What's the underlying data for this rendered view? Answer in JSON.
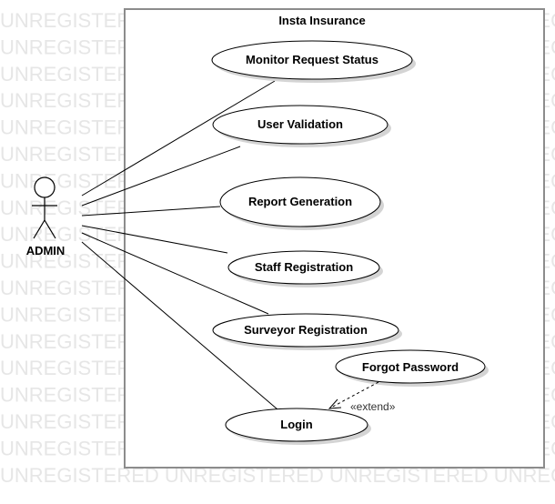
{
  "watermark": {
    "row_text": "UNREGISTERED UNREGISTERED UNREGISTERED UNREGISTERED"
  },
  "diagram": {
    "system_title": "Insta Insurance",
    "actor": {
      "name": "ADMIN"
    },
    "use_cases": [
      {
        "id": "monitor",
        "label": "Monitor Request Status"
      },
      {
        "id": "validation",
        "label": "User Validation"
      },
      {
        "id": "report",
        "label": "Report Generation"
      },
      {
        "id": "staff",
        "label": "Staff Registration"
      },
      {
        "id": "surveyor",
        "label": "Surveyor Registration"
      },
      {
        "id": "forgot",
        "label": "Forgot Password"
      },
      {
        "id": "login",
        "label": "Login"
      }
    ],
    "extend_label": "«extend»"
  }
}
